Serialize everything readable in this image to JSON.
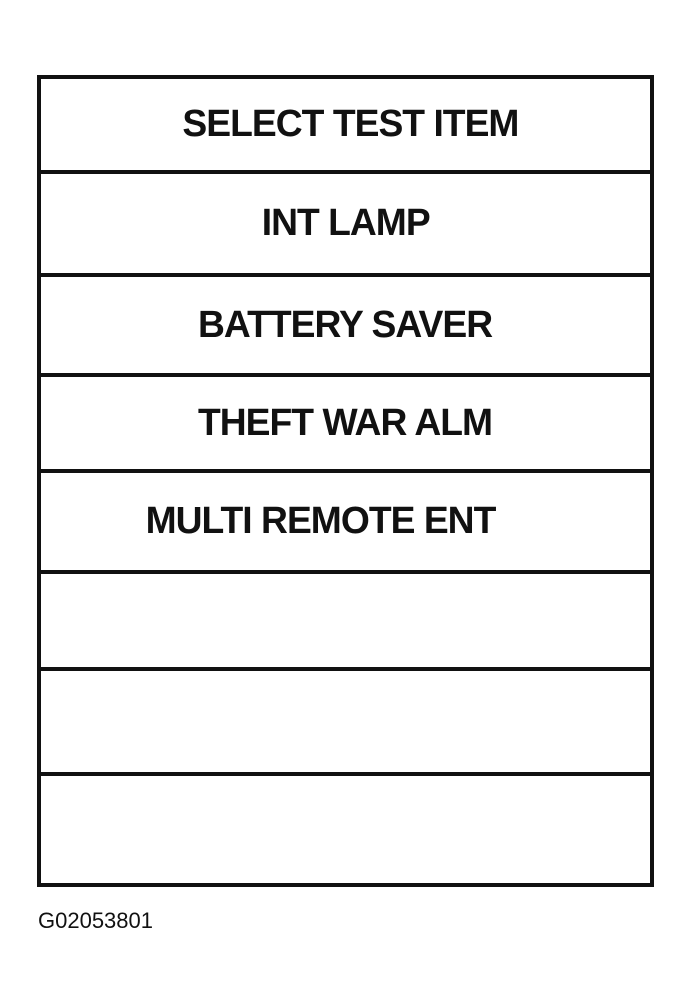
{
  "menu": {
    "rows": [
      {
        "label": "SELECT TEST ITEM"
      },
      {
        "label": "INT LAMP"
      },
      {
        "label": "BATTERY SAVER"
      },
      {
        "label": "THEFT WAR ALM"
      },
      {
        "label": "MULTI REMOTE ENT"
      },
      {
        "label": ""
      },
      {
        "label": ""
      },
      {
        "label": ""
      }
    ]
  },
  "figure": {
    "code": "G02053801"
  },
  "colors": {
    "line": "#111111",
    "background": "#ffffff"
  }
}
